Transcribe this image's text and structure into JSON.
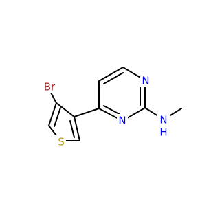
{
  "atoms": {
    "br": "Br",
    "s": "S",
    "n_ring_top": "N",
    "n_ring_bottom": "N",
    "n_amine": "N",
    "h_amine": "H"
  },
  "colors": {
    "bond": "#000000",
    "bromine": "#a52a2a",
    "sulfur": "#b8a000",
    "nitrogen": "#0000ff"
  }
}
